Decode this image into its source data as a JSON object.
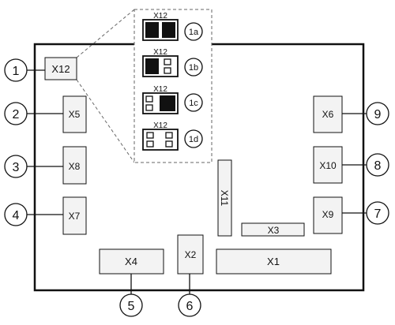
{
  "diagram": {
    "connectors": {
      "x12": "X12",
      "x5": "X5",
      "x8": "X8",
      "x7": "X7",
      "x6": "X6",
      "x10": "X10",
      "x9": "X9",
      "x11": "X11",
      "x3": "X3",
      "x4": "X4",
      "x2": "X2",
      "x1": "X1"
    },
    "callouts": {
      "c1": "1",
      "c2": "2",
      "c3": "3",
      "c4": "4",
      "c5": "5",
      "c6": "6",
      "c7": "7",
      "c8": "8",
      "c9": "9"
    },
    "jumper_detail": {
      "header_label": "X12",
      "variants": [
        {
          "label": "1a",
          "pins": [
            "filled",
            "filled"
          ]
        },
        {
          "label": "1b",
          "pins": [
            "filled",
            "open-pair"
          ]
        },
        {
          "label": "1c",
          "pins": [
            "open-pair",
            "filled"
          ]
        },
        {
          "label": "1d",
          "pins": [
            "open-pair",
            "open-pair"
          ]
        }
      ]
    },
    "colors": {
      "stroke": "#111111",
      "module_fill": "#f3f3f3",
      "callout_fill": "#ffffff",
      "detail_border": "#666666"
    }
  }
}
